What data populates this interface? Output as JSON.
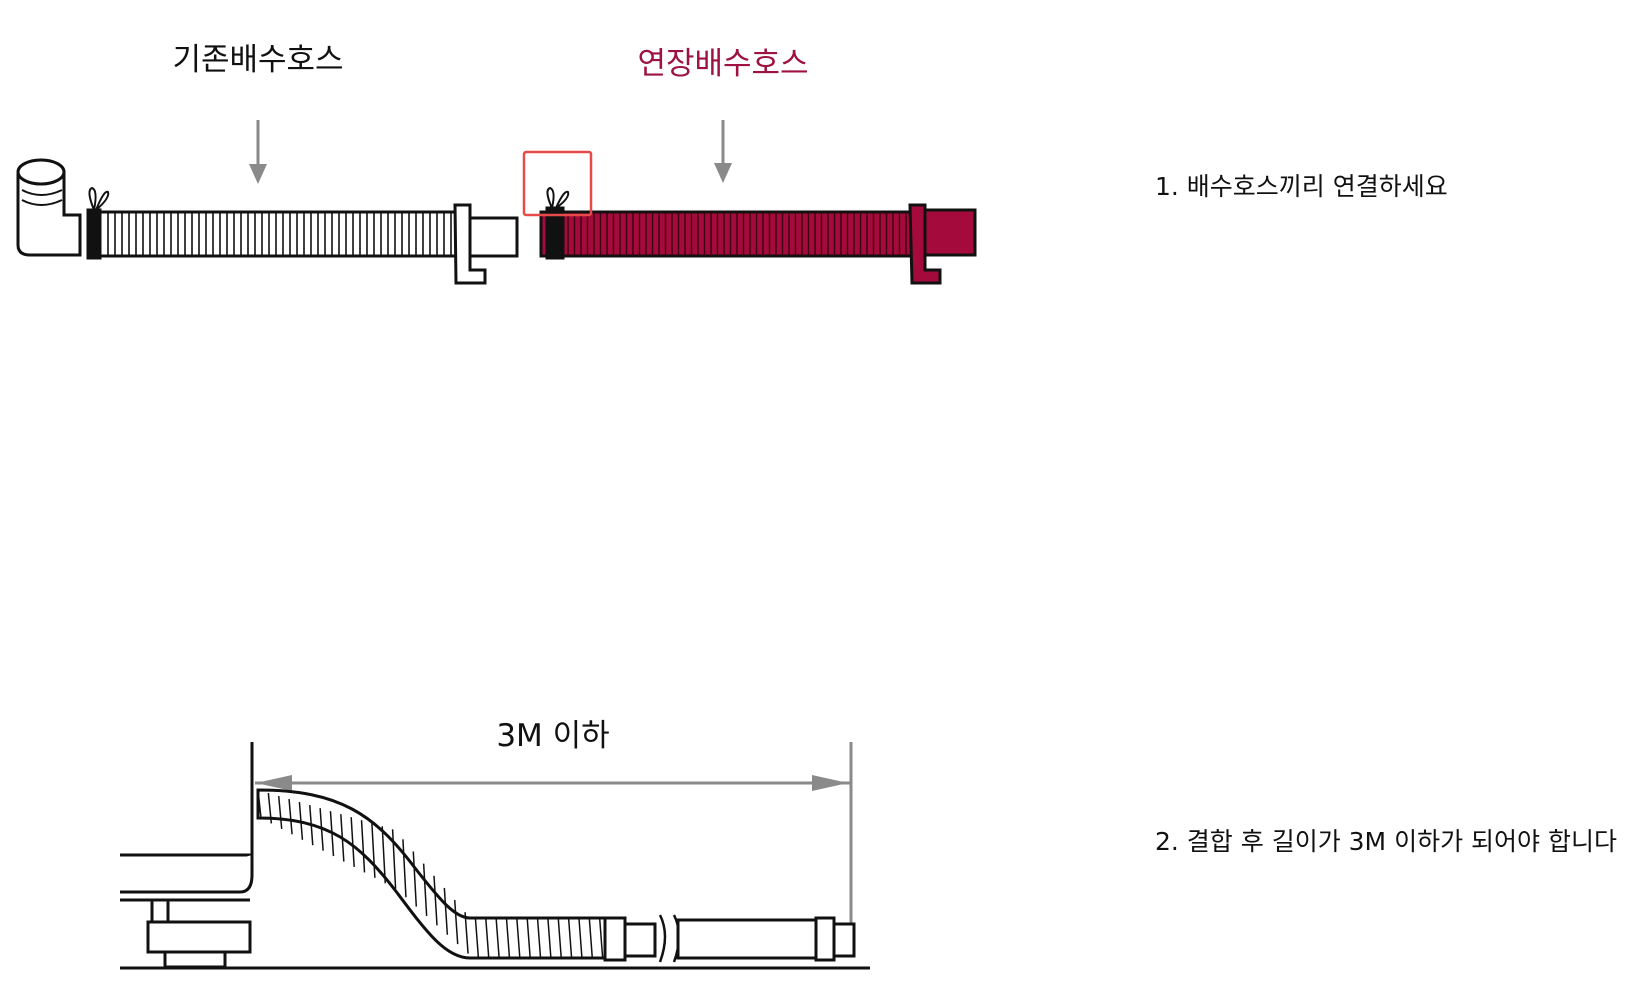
{
  "top": {
    "existing_label": "기존배수호스",
    "extension_label": "연장배수호스"
  },
  "bottom": {
    "length_label": "3M 이하"
  },
  "steps": [
    "1. 배수호스끼리 연결하세요",
    "2. 결합 후 길이가 3M 이하가 되어야 합니다"
  ],
  "colors": {
    "extension_hose": "#a50a3c",
    "extension_label": "#9e1240",
    "highlight_box": "#e84a4a",
    "arrow": "#8a8a8a",
    "line": "#111111"
  }
}
